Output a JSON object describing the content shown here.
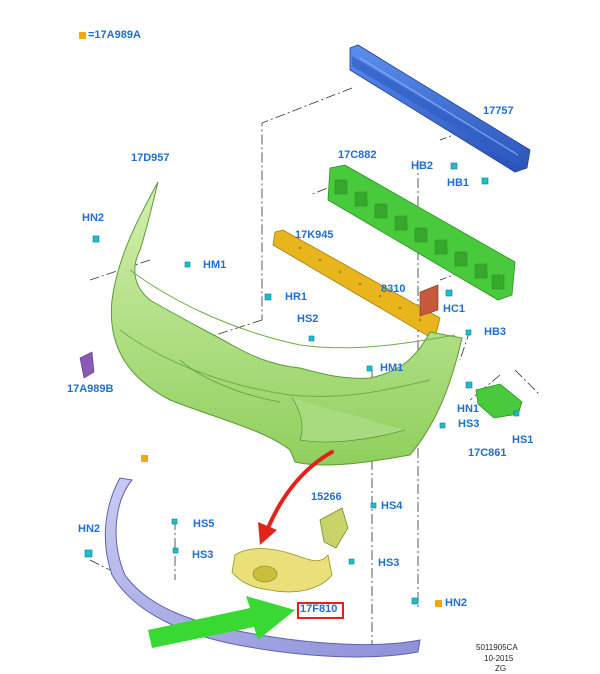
{
  "legend": {
    "text": "=17A989A",
    "color": "#f7a800"
  },
  "labels": {
    "p17757": "17757",
    "p17D957": "17D957",
    "p17C882": "17C882",
    "HB2": "HB2",
    "HB1": "HB1",
    "HN2_top": "HN2",
    "p17K945": "17K945",
    "HM1_a": "HM1",
    "p8310": "8310",
    "HR1": "HR1",
    "HC1": "HC1",
    "HS2": "HS2",
    "HB3": "HB3",
    "p17A989B": "17A989B",
    "HM1_b": "HM1",
    "HN1": "HN1",
    "HS3_a": "HS3",
    "HS1": "HS1",
    "p17C861": "17C861",
    "p15266": "15266",
    "HS4": "HS4",
    "HN2_left": "HN2",
    "HS5": "HS5",
    "HS3_b": "HS3",
    "HS3_c": "HS3",
    "p17F810": "17F810",
    "HN2_right": "HN2"
  },
  "footer": {
    "code": "5011905CA",
    "date": "10-2015",
    "initials": "ZG"
  },
  "colors": {
    "label": "#1f6fd1",
    "reinforcement": "#3a6fd8",
    "absorber": "#49c93c",
    "bumper_cover": "#b7e48f",
    "deflector": "#e3b11a",
    "lower_lip": "#a7a9e3",
    "bracket": "#c55a3c",
    "arrow_red": "#e2231a",
    "arrow_green": "#39d833",
    "fastener": "#19bfd0"
  },
  "icons": [
    "red-arrow-icon",
    "green-arrow-icon",
    "fastener-icon",
    "legend-square-icon"
  ]
}
